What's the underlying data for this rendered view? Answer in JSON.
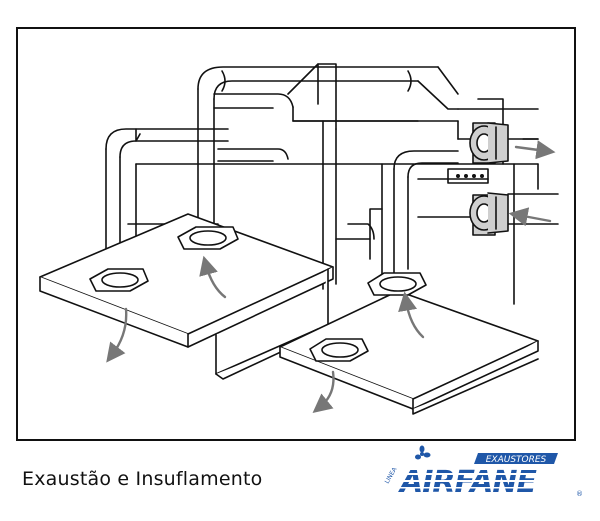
{
  "caption": "Exaustão e Insuflamento",
  "logo": {
    "brand": "AIRFANE",
    "tagline": "EXAUSTORES",
    "prefix": "LINEA",
    "registered": "®",
    "color": "#1f57a8"
  },
  "diagram": {
    "line_color": "#111111",
    "arrow_color": "#777777",
    "fan_color": "#cfcfcf"
  }
}
